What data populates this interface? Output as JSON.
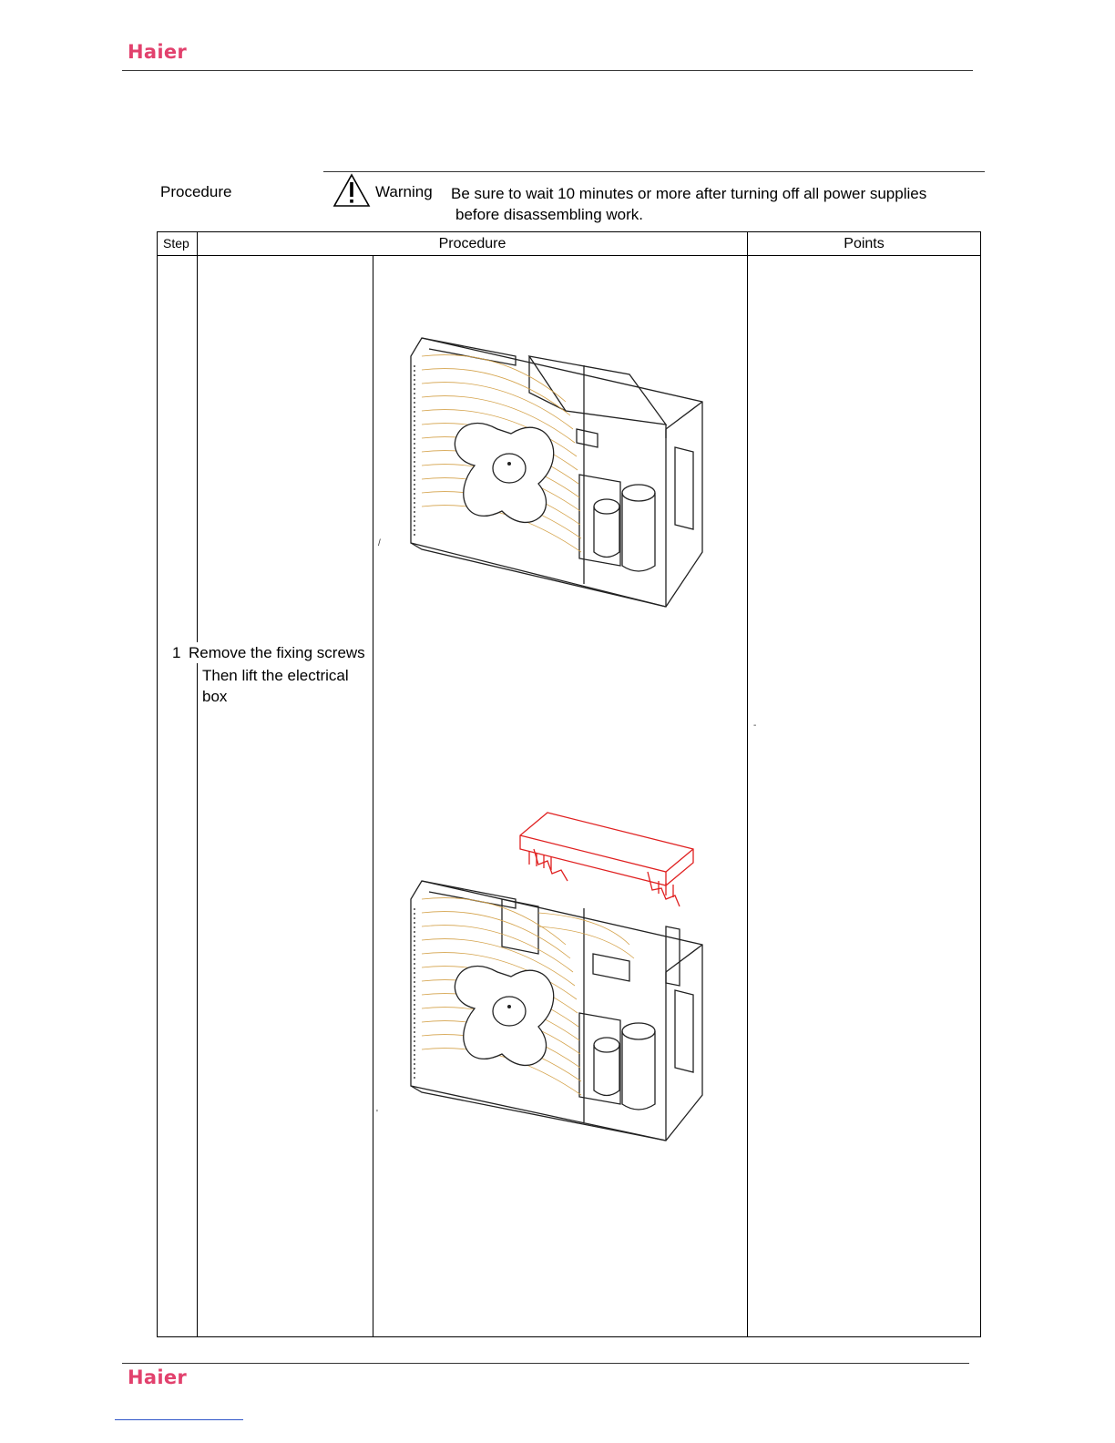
{
  "brand": {
    "logo_text": "Haier",
    "color": "#e2416d"
  },
  "warning_section": {
    "procedure_label": "Procedure",
    "warning_icon": "warning-triangle-icon",
    "warning_label": "Warning",
    "warning_line1": "Be sure to wait 10 minutes or more after turning off all power supplies",
    "warning_line2": "before disassembling work."
  },
  "table": {
    "headers": {
      "step": "Step",
      "procedure": "Procedure",
      "points": "Points"
    },
    "rows": [
      {
        "step": "1",
        "text_line1": "Remove the fixing screws",
        "text_line2": "Then lift the electrical",
        "text_line3": "box",
        "figures": [
          "outdoor-unit-assembled-illustration",
          "outdoor-unit-electrical-box-lifted-illustration"
        ],
        "highlight_color": "#e02020"
      }
    ]
  }
}
